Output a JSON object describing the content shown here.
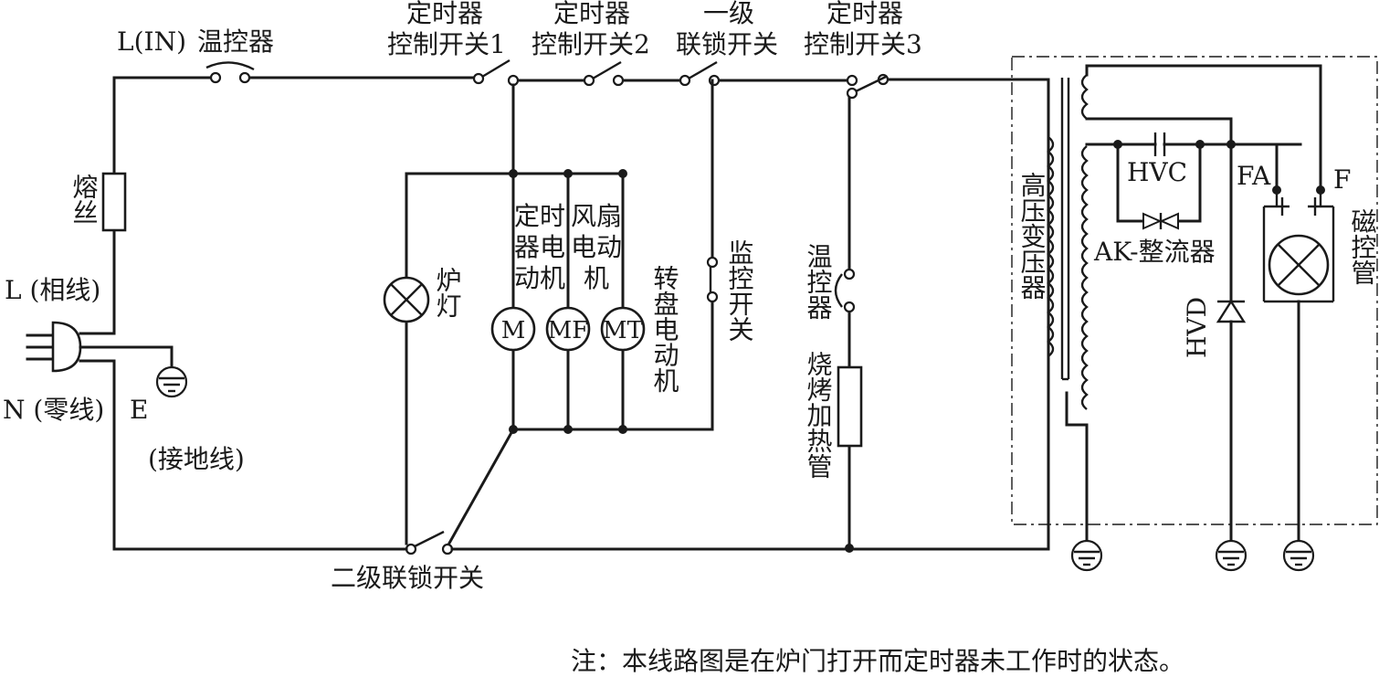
{
  "labels": {
    "line_in": "L(IN)",
    "thermostat": "温控器",
    "fuse": "熔丝",
    "live": "L (相线)",
    "neutral": "N (零线)",
    "earth_e": "E",
    "earth": "(接地线)",
    "timer_sw1_a": "定时器",
    "timer_sw1_b": "控制开关1",
    "timer_sw2_a": "定时器",
    "timer_sw2_b": "控制开关2",
    "interlock1_a": "一级",
    "interlock1_b": "联锁开关",
    "timer_sw3_a": "定时器",
    "timer_sw3_b": "控制开关3",
    "lamp": "炉灯",
    "timer_motor": "定时器电动机",
    "fan_motor": "风扇电动机",
    "turntable_motor": "转盘电动机",
    "monitor_sw": "监控开关",
    "thermostat2": "温控器",
    "grill_heater": "烧烤加热管",
    "hv_transformer": "高压变压器",
    "hvc": "HVC",
    "rectifier": "AK-整流器",
    "hvd": "HVD",
    "fa": "FA",
    "f": "F",
    "magnetron": "磁控管",
    "interlock2": "二级联锁开关",
    "motor_m": "M",
    "motor_mf": "MF",
    "motor_mt": "MT",
    "note": "注：本线路图是在炉门打开而定时器未工作时的状态。"
  }
}
